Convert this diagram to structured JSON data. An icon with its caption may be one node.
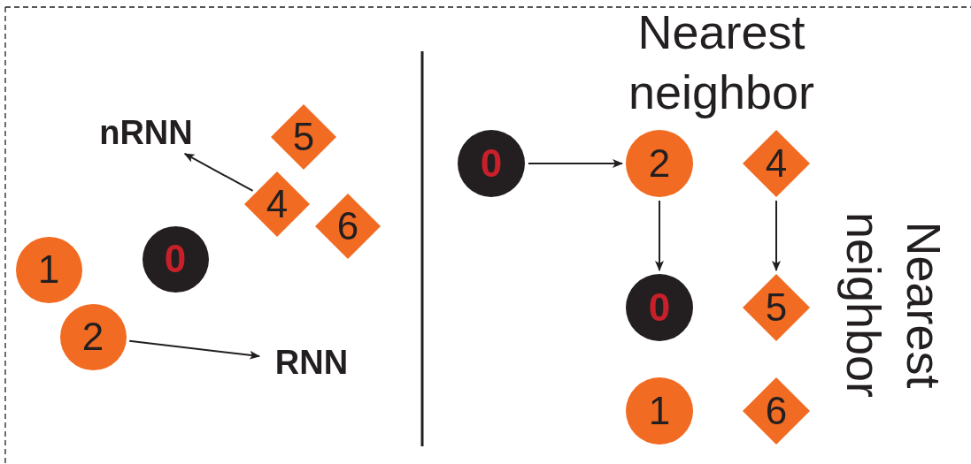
{
  "diagram": {
    "nodes": [
      {
        "text": [
          "nRNN"
        ]
      },
      {
        "text": [
          "5"
        ]
      },
      {
        "text": [
          "4"
        ]
      },
      {
        "text": [
          "6"
        ]
      },
      {
        "text": [
          "1"
        ]
      },
      {
        "text": [
          "0"
        ]
      },
      {
        "text": [
          "2"
        ]
      },
      {
        "text": [
          "RNN"
        ]
      },
      {
        "text": [
          "0"
        ]
      },
      {
        "text": [
          "2"
        ]
      },
      {
        "text": [
          "4"
        ]
      },
      {
        "text": [
          "0"
        ]
      },
      {
        "text": [
          "5"
        ]
      },
      {
        "text": [
          "1"
        ]
      },
      {
        "text": [
          "6"
        ]
      }
    ],
    "edges": [
      {
        "from": 2,
        "to": 0,
        "arrow": "to"
      },
      {
        "from": 6,
        "to": 7,
        "arrow": "to"
      },
      {
        "from": 8,
        "to": 9,
        "arrow": "to"
      },
      {
        "from": 9,
        "to": 11,
        "arrow": "to"
      },
      {
        "from": 10,
        "to": 12,
        "arrow": "to"
      }
    ],
    "labels": [
      "Nearest neighbor",
      "Nearest neighbor"
    ]
  }
}
